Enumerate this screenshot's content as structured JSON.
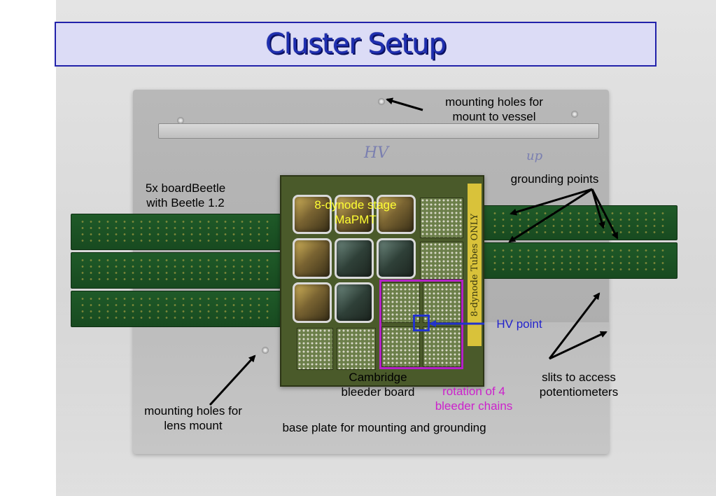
{
  "slide": {
    "title": "Cluster Setup"
  },
  "annotations": {
    "mounting_holes_vessel": "mounting holes for\nmount to vessel",
    "grounding_points": "grounding points",
    "boards": "5x boardBeetle\nwith Beetle 1.2",
    "pmt": "8-dynode stage\nMaPMT",
    "hv_point": "HV point",
    "slits": "slits to access\npotentiometers",
    "cambridge": "Cambridge\nbleeder board",
    "rotation": "rotation of 4\nbleeder chains",
    "lens_mount": "mounting holes for\nlens mount",
    "base_plate": "base plate for mounting and grounding"
  },
  "colors": {
    "title_text": "#1f2fb0",
    "title_bg": "#dcdcf6",
    "pmt_label": "#ffff33",
    "hv_label": "#2222cc",
    "rotation_label": "#cc22cc",
    "rotation_box": "#b521c8"
  },
  "photo_markings": {
    "hv": "HV",
    "up": "up",
    "tubes_only": "8-dynode Tubes ONLY"
  }
}
